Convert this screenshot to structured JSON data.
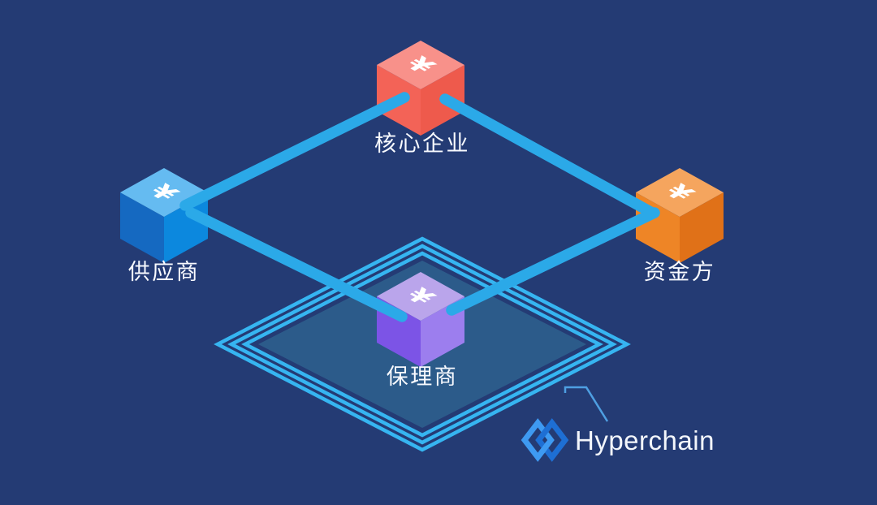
{
  "background_color": "#243B74",
  "icon_color": "#FFFFFF",
  "label_color": "#F8FAFF",
  "links": {
    "color": "#2BA9E8"
  },
  "platform": {
    "outline_color": "#36B5F1",
    "fill_color": "#2E5E8C"
  },
  "callout": {
    "color": "#4E9FE2"
  },
  "nodes": [
    {
      "id": "core-enterprise",
      "label": "核心企业",
      "icon": "¥",
      "colors": {
        "top": "#F8918A",
        "left": "#F36357",
        "right": "#EE5A4C"
      }
    },
    {
      "id": "supplier",
      "label": "供应商",
      "icon": "¥",
      "colors": {
        "top": "#65BBF1",
        "left": "#1569C1",
        "right": "#0C88DE"
      }
    },
    {
      "id": "funder",
      "label": "资金方",
      "icon": "¥",
      "colors": {
        "top": "#F5A55E",
        "left": "#EE8526",
        "right": "#E07118"
      }
    },
    {
      "id": "factor",
      "label": "保理商",
      "icon": "¥",
      "colors": {
        "top": "#BAA5EB",
        "left": "#7C54E6",
        "right": "#9C7EEE"
      }
    }
  ],
  "brand": {
    "name": "Hyperchain",
    "text_color": "#F3F6FB",
    "logo_light": "#3E9AF2",
    "logo_dark": "#1E6FD4"
  }
}
